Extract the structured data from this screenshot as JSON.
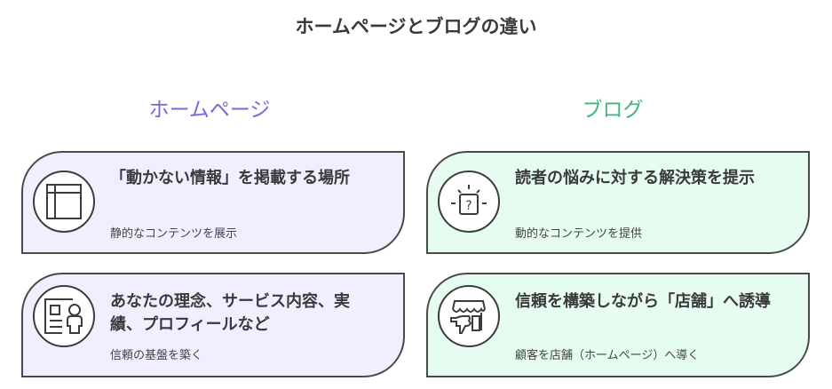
{
  "title": "ホームページとブログの違い",
  "colors": {
    "homepage_accent": "#7b68d8",
    "blog_accent": "#3fb57a",
    "homepage_card_bg": "#f1efff",
    "blog_card_bg": "#e6fcf1",
    "border": "#4a4a4a"
  },
  "columns": [
    {
      "header": "ホームページ",
      "cards": [
        {
          "icon": "layout-icon",
          "heading": "「動かない情報」を掲載する場所",
          "sub": "静的なコンテンツを展示"
        },
        {
          "icon": "profile-card-icon",
          "heading": "あなたの理念、サービス内容、実績、プロフィールなど",
          "sub": "信頼の基盤を築く"
        }
      ]
    },
    {
      "header": "ブログ",
      "cards": [
        {
          "icon": "question-lightbox-icon",
          "heading": "読者の悩みに対する解決策を提示",
          "sub": "動的なコンテンツを提供"
        },
        {
          "icon": "storefront-icon",
          "heading": "信頼を構築しながら「店舗」へ誘導",
          "sub": "顧客を店舗（ホームページ）へ導く"
        }
      ]
    }
  ]
}
